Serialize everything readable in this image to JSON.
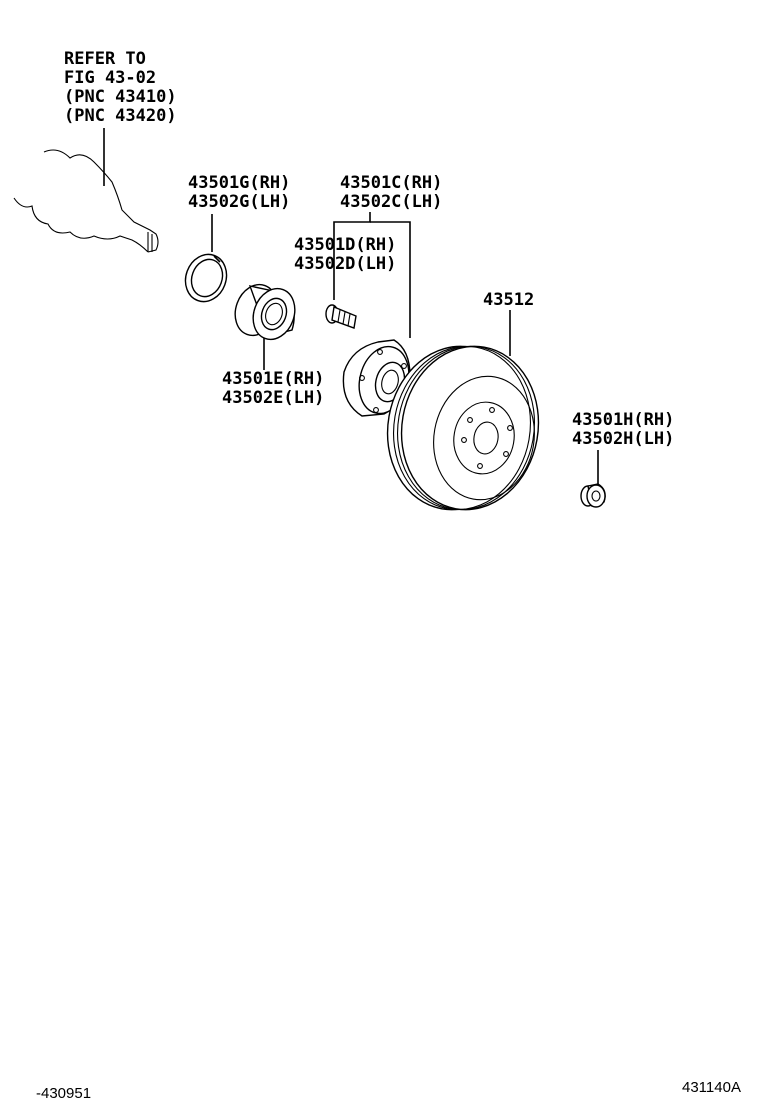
{
  "diagram": {
    "refer_note": {
      "line1": "REFER TO",
      "line2": "FIG 43-02",
      "line3": "(PNC 43410)",
      "line4": "(PNC 43420)"
    },
    "snap_ring": {
      "rh": "43501G(RH)",
      "lh": "43502G(LH)"
    },
    "hub_assy": {
      "rh": "43501C(RH)",
      "lh": "43502C(LH)"
    },
    "hub_bolt": {
      "rh": "43501D(RH)",
      "lh": "43502D(LH)"
    },
    "bearing": {
      "rh": "43501E(RH)",
      "lh": "43502E(LH)"
    },
    "disc": {
      "part_no": "43512"
    },
    "nut": {
      "rh": "43501H(RH)",
      "lh": "43502H(LH)"
    },
    "footer": {
      "left_code": "-430951",
      "right_code": "431140A"
    }
  },
  "colors": {
    "line": "#000000",
    "background": "#ffffff"
  },
  "icons": [
    "drive-shaft-icon",
    "snap-ring-icon",
    "bearing-icon",
    "hub-bolt-icon",
    "axle-hub-icon",
    "brake-disc-icon",
    "lock-nut-icon"
  ]
}
